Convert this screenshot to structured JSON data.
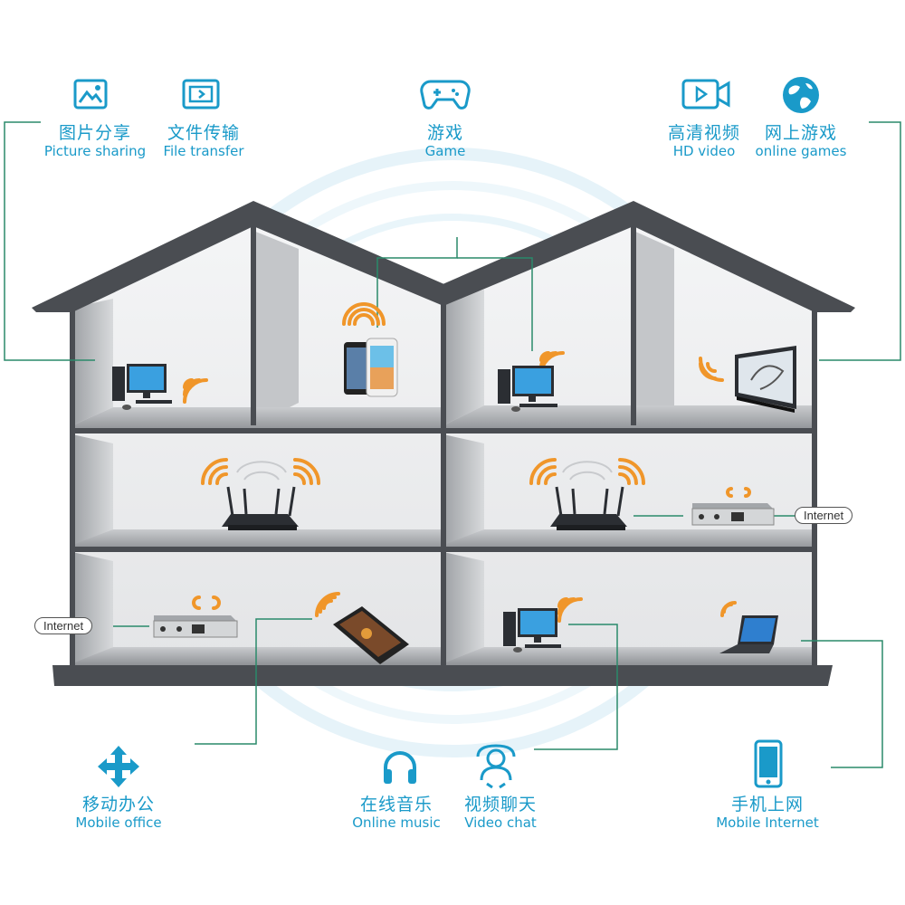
{
  "features": {
    "picture_sharing": {
      "zh": "图片分享",
      "en": "Picture sharing",
      "icon": "picture-icon"
    },
    "file_transfer": {
      "zh": "文件传输",
      "en": "File transfer",
      "icon": "file-transfer-icon"
    },
    "game": {
      "zh": "游戏",
      "en": "Game",
      "icon": "gamepad-icon"
    },
    "hd_video": {
      "zh": "高清视频",
      "en": "HD video",
      "icon": "video-camera-icon"
    },
    "online_games": {
      "zh": "网上游戏",
      "en": "online games",
      "icon": "globe-icon"
    },
    "mobile_office": {
      "zh": "移动办公",
      "en": "Mobile office",
      "icon": "move-arrows-icon"
    },
    "online_music": {
      "zh": "在线音乐",
      "en": "Online music",
      "icon": "headphones-icon"
    },
    "video_chat": {
      "zh": "视频聊天",
      "en": "Video chat",
      "icon": "chat-person-icon"
    },
    "mobile_internet": {
      "zh": "手机上网",
      "en": "Mobile Internet",
      "icon": "smartphone-icon"
    }
  },
  "internet_labels": {
    "right": "Internet",
    "left": "Internet"
  },
  "colors": {
    "accent": "#1a9ac9",
    "wifi": "#f0962a",
    "house_outline": "#4a4d52",
    "connector": "#2a8a6a"
  }
}
